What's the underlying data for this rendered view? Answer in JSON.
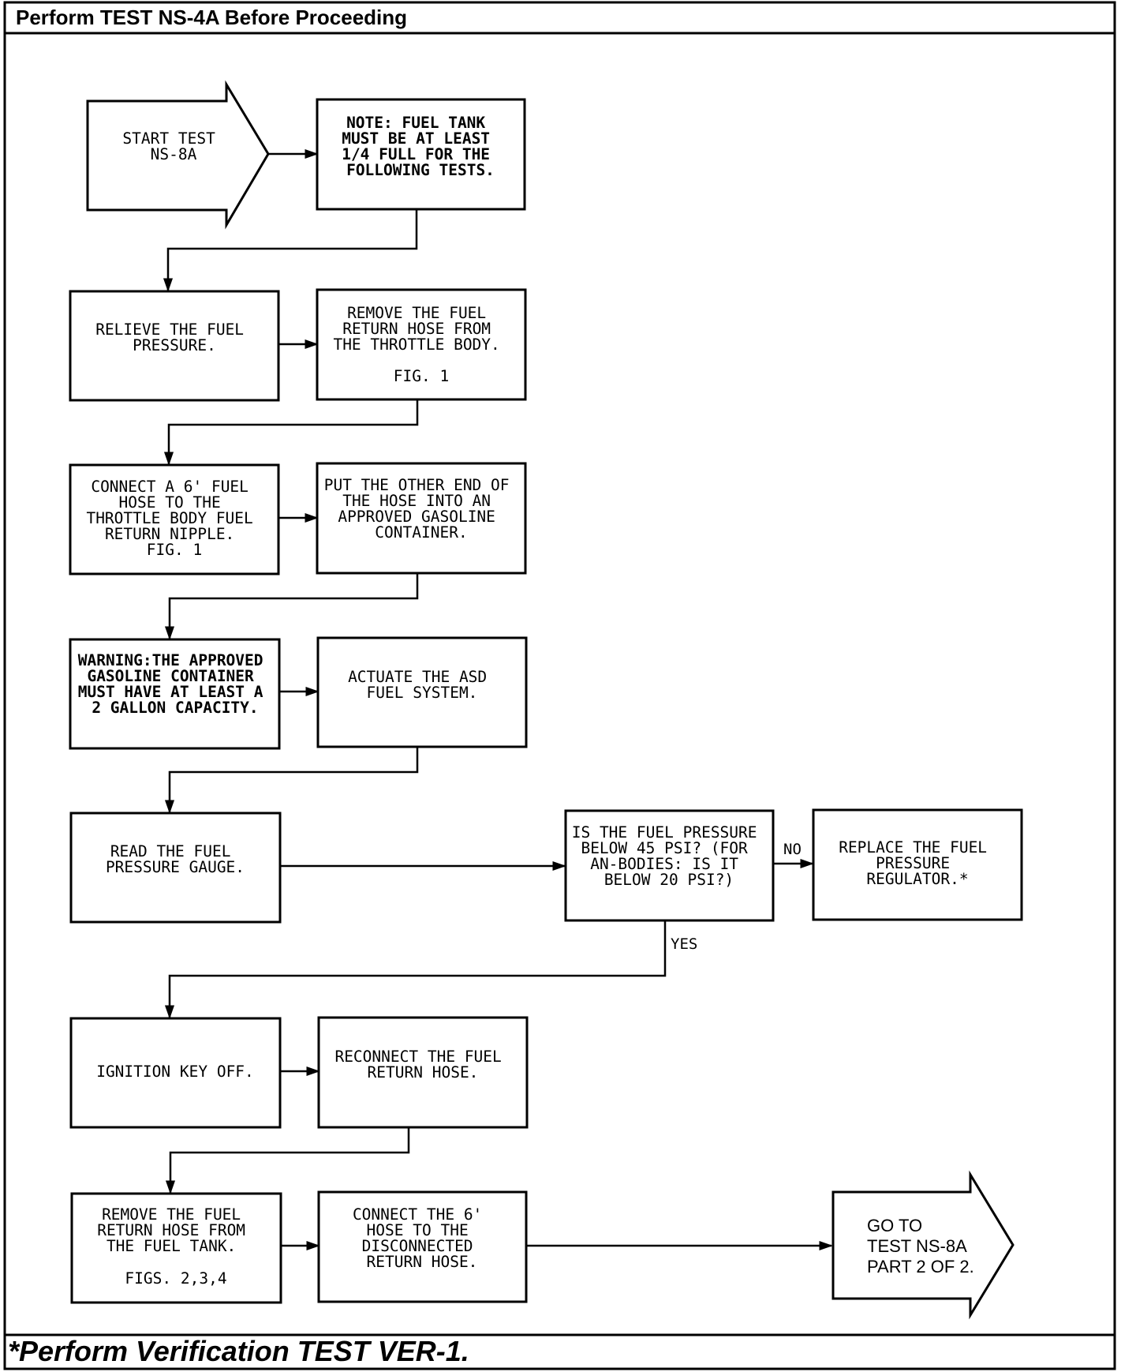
{
  "header": {
    "title": "Perform TEST NS-4A Before Proceeding"
  },
  "footer": {
    "note": "*Perform Verification TEST VER-1."
  },
  "flowchart": {
    "start": [
      "START TEST",
      "NS-8A"
    ],
    "note": [
      "NOTE: FUEL TANK",
      "MUST BE AT LEAST",
      "1/4 FULL FOR THE",
      "FOLLOWING TESTS."
    ],
    "relieve": [
      "RELIEVE THE FUEL",
      "PRESSURE."
    ],
    "remove_hose": [
      "REMOVE THE FUEL",
      "RETURN HOSE FROM",
      "THE THROTTLE BODY."
    ],
    "remove_hose_fig": "FIG. 1",
    "connect_hose": [
      "CONNECT A 6' FUEL",
      "HOSE TO THE",
      "THROTTLE BODY FUEL",
      "RETURN NIPPLE.",
      "FIG. 1"
    ],
    "put_end": [
      "PUT THE OTHER END OF",
      "THE HOSE INTO AN",
      "APPROVED GASOLINE",
      "CONTAINER."
    ],
    "warning": [
      "WARNING:THE APPROVED",
      "GASOLINE CONTAINER",
      "MUST HAVE AT LEAST A",
      "2 GALLON CAPACITY."
    ],
    "actuate": [
      "ACTUATE THE ASD",
      "FUEL SYSTEM."
    ],
    "read_gauge": [
      "READ THE FUEL",
      "PRESSURE GAUGE."
    ],
    "decision": [
      "IS THE FUEL PRESSURE",
      "BELOW 45 PSI? (FOR",
      "AN-BODIES: IS IT",
      "BELOW 20 PSI?)"
    ],
    "no_label": "NO",
    "yes_label": "YES",
    "replace": [
      "REPLACE THE FUEL",
      "PRESSURE",
      "REGULATOR.*"
    ],
    "ignition": [
      "IGNITION KEY OFF."
    ],
    "reconnect": [
      "RECONNECT THE FUEL",
      "RETURN HOSE."
    ],
    "remove_tank": [
      "REMOVE THE FUEL",
      "RETURN HOSE FROM",
      "THE FUEL TANK."
    ],
    "remove_tank_fig": "FIGS. 2,3,4",
    "connect_disc": [
      "CONNECT THE 6'",
      "HOSE TO THE",
      "DISCONNECTED",
      "RETURN HOSE."
    ],
    "goto": [
      "GO TO",
      "TEST NS-8A",
      "PART 2 OF 2."
    ]
  }
}
